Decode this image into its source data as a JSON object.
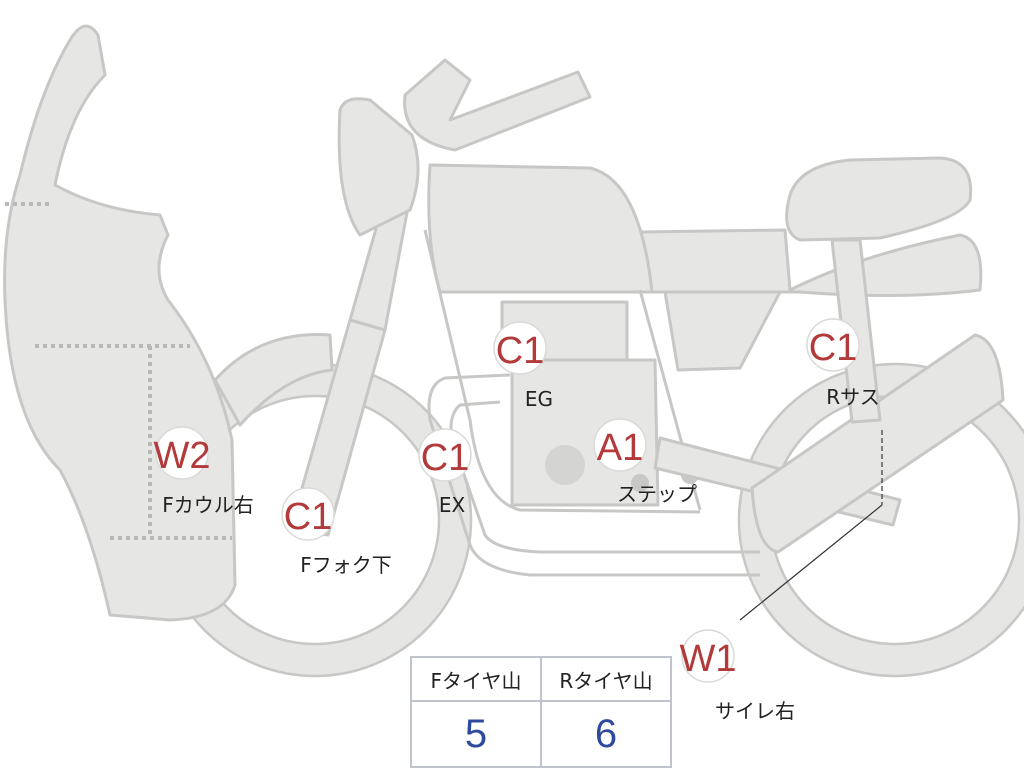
{
  "markers": [
    {
      "id": "eg",
      "code": "C1",
      "label": "EG"
    },
    {
      "id": "r-sus",
      "code": "C1",
      "label": "Rサス"
    },
    {
      "id": "ex",
      "code": "C1",
      "label": "EX"
    },
    {
      "id": "step",
      "code": "A1",
      "label": "ステップ"
    },
    {
      "id": "f-cowl-right",
      "code": "W2",
      "label": "Fカウル右"
    },
    {
      "id": "f-fork-lower",
      "code": "C1",
      "label": "Fフォク下"
    },
    {
      "id": "silencer-right",
      "code": "W1",
      "label": "サイレ右"
    }
  ],
  "tire_table": {
    "headers": [
      "Fタイヤ山",
      "Rタイヤ山"
    ],
    "values": [
      "5",
      "6"
    ]
  },
  "colors": {
    "body_fill": "#e6e6e4",
    "outline": "#c7c7c5",
    "code_text": "#b23a3a",
    "value_text": "#2d4a9e"
  }
}
